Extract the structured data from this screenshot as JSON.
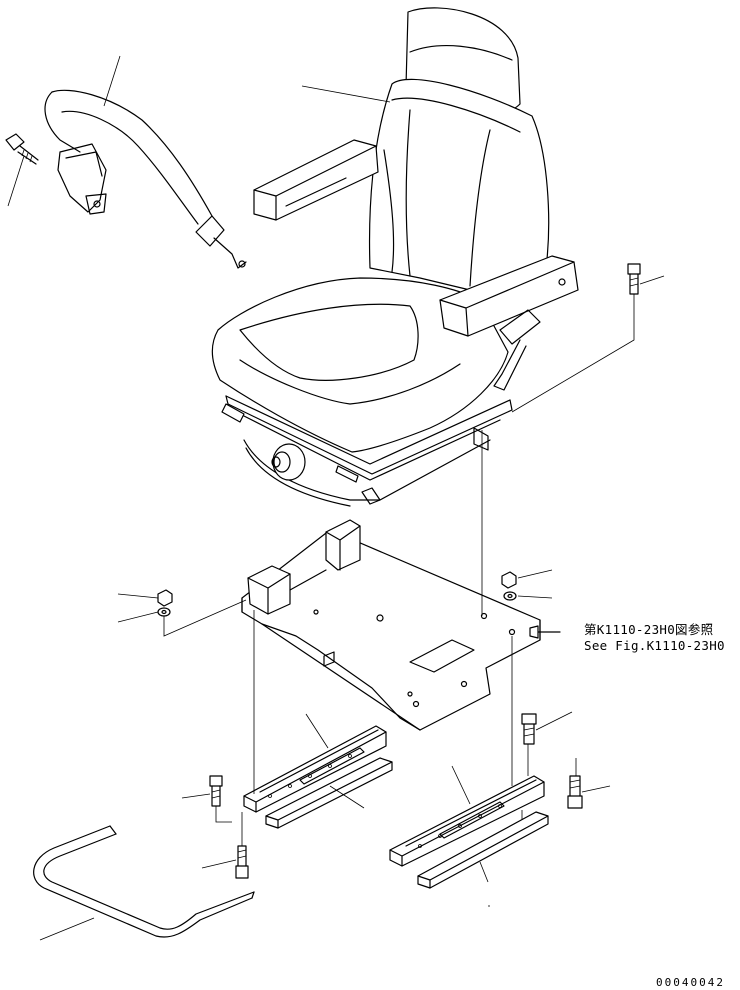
{
  "figure": {
    "reference_note_jp": "第K1110-23H0図参照",
    "reference_note_en": "See Fig.K1110-23H0",
    "drawing_number": "00040042"
  }
}
